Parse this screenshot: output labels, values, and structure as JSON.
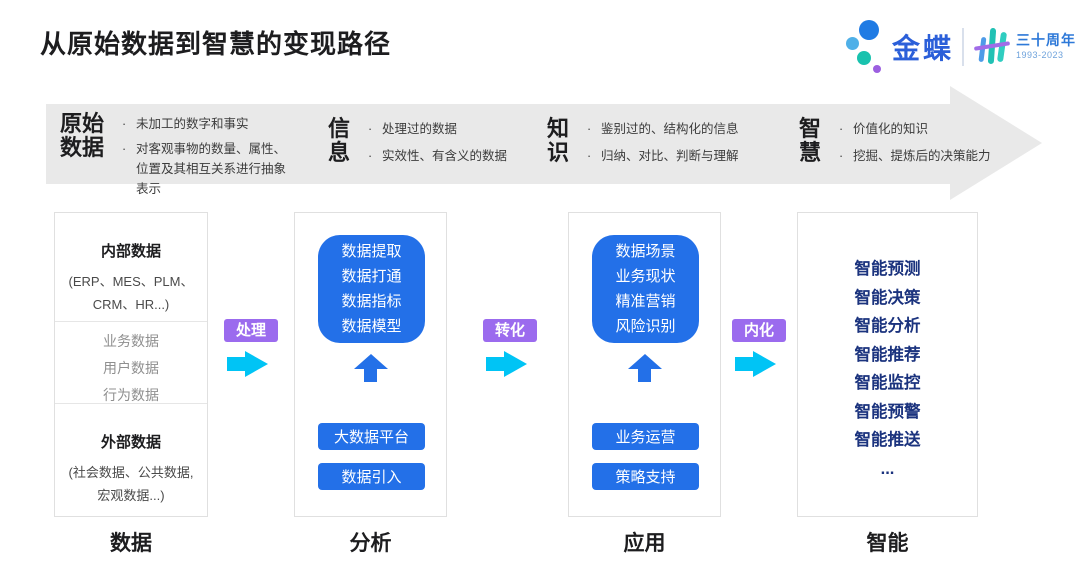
{
  "title": "从原始数据到智慧的变现路径",
  "logo": {
    "brand": "金蝶",
    "anniversary": "三十周年",
    "years": "1993-2023"
  },
  "banner": {
    "bullet": "·",
    "stages": [
      {
        "term": "原始\n数据",
        "points": [
          "未加工的数字和事实",
          "对客观事物的数量、属性、位置及其相互关系进行抽象表示"
        ]
      },
      {
        "term": "信\n息",
        "points": [
          "处理过的数据",
          "实效性、有含义的数据"
        ]
      },
      {
        "term": "知\n识",
        "points": [
          "鉴别过的、结构化的信息",
          "归纳、对比、判断与理解"
        ]
      },
      {
        "term": "智\n慧",
        "points": [
          "价值化的知识",
          "挖掘、提炼后的决策能力"
        ]
      }
    ]
  },
  "connectors": [
    {
      "label": "处理"
    },
    {
      "label": "转化"
    },
    {
      "label": "内化"
    }
  ],
  "columns": [
    {
      "label": "数据",
      "internal": {
        "heading": "内部数据",
        "line1": "(ERP、MES、PLM、",
        "line2": "CRM、HR...)"
      },
      "middle": {
        "items": [
          "业务数据",
          "用户数据",
          "行为数据"
        ]
      },
      "external": {
        "heading": "外部数据",
        "line1": "(社会数据、公共数据,",
        "line2": "宏观数据...)"
      }
    },
    {
      "label": "分析",
      "card": [
        "数据提取",
        "数据打通",
        "数据指标",
        "数据模型"
      ],
      "buttons": [
        "大数据平台",
        "数据引入"
      ]
    },
    {
      "label": "应用",
      "card": [
        "数据场景",
        "业务现状",
        "精准营销",
        "风险识别"
      ],
      "buttons": [
        "业务运营",
        "策略支持"
      ]
    },
    {
      "label": "智能",
      "items": [
        "智能预测",
        "智能决策",
        "智能分析",
        "智能推荐",
        "智能监控",
        "智能预警",
        "智能推送",
        "..."
      ]
    }
  ],
  "colors": {
    "primary_blue": "#2370e8",
    "navy_text": "#1b337e",
    "cyan_arrow": "#00c4f5",
    "purple_label": "#9b6bee",
    "banner_gray": "#e9e9e9",
    "brand_blue": "#2b5fd9"
  }
}
